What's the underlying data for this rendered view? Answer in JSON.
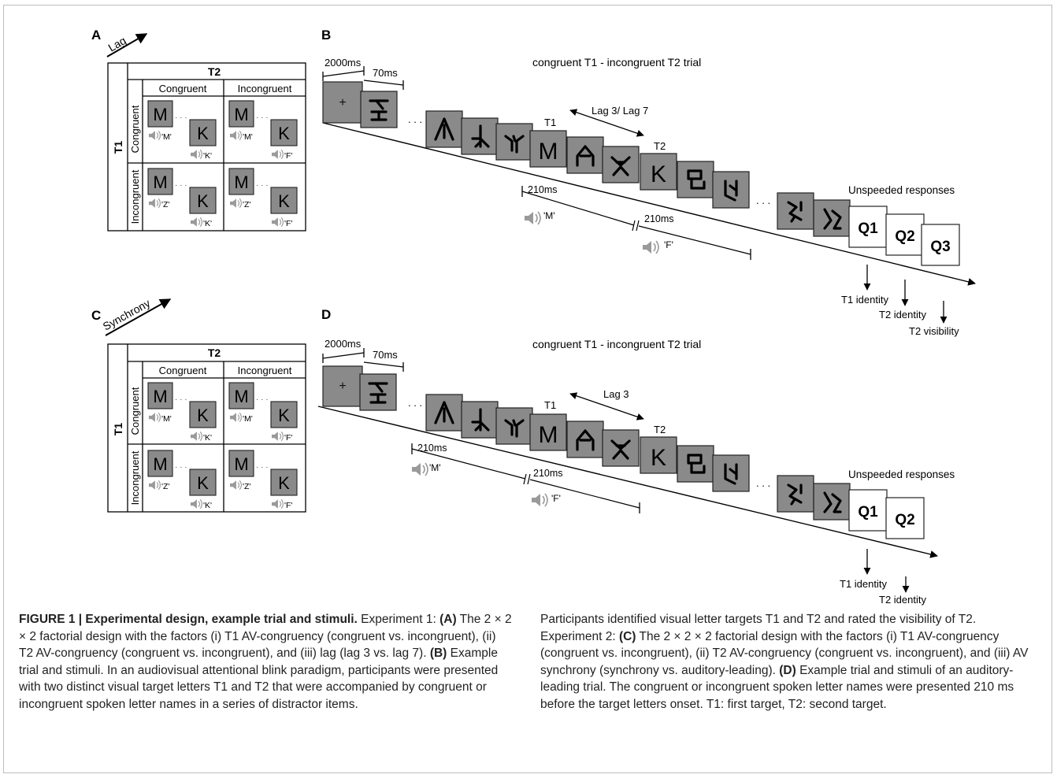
{
  "panels": {
    "A": {
      "letter": "A",
      "axis_label": "Lag",
      "col_factor": "T2",
      "row_factor": "T1",
      "col_headers": [
        "Congruent",
        "Incongruent"
      ],
      "row_headers": [
        "Congruent",
        "Incongruent"
      ],
      "cells": [
        {
          "t1": "M",
          "t1_sound": "'M'",
          "t2": "K",
          "t2_sound": "'K'"
        },
        {
          "t1": "M",
          "t1_sound": "'M'",
          "t2": "K",
          "t2_sound": "'F'"
        },
        {
          "t1": "M",
          "t1_sound": "'Z'",
          "t2": "K",
          "t2_sound": "'K'"
        },
        {
          "t1": "M",
          "t1_sound": "'Z'",
          "t2": "K",
          "t2_sound": "'F'"
        }
      ]
    },
    "B": {
      "letter": "B",
      "title": "congruent T1 - incongruent T2 trial",
      "dur_fixation": "2000ms",
      "dur_item": "70ms",
      "lag_label": "Lag 3/ Lag 7",
      "t1_label": "T1",
      "t2_label": "T2",
      "t1_letter": "M",
      "t2_letter": "K",
      "unspeeded": "Unspeeded responses",
      "sound1_dur": "210ms",
      "sound1_name": "'M'",
      "sound2_dur": "210ms",
      "sound2_name": "'F'",
      "questions": [
        "Q1",
        "Q2",
        "Q3"
      ],
      "responses": [
        "T1 identity",
        "T2 identity",
        "T2 visibility"
      ]
    },
    "C": {
      "letter": "C",
      "axis_label": "Synchrony",
      "col_factor": "T2",
      "row_factor": "T1",
      "col_headers": [
        "Congruent",
        "Incongruent"
      ],
      "row_headers": [
        "Congruent",
        "Incongruent"
      ],
      "cells": [
        {
          "t1": "M",
          "t1_sound": "'M'",
          "t2": "K",
          "t2_sound": "'K'"
        },
        {
          "t1": "M",
          "t1_sound": "'M'",
          "t2": "K",
          "t2_sound": "'F'"
        },
        {
          "t1": "M",
          "t1_sound": "'Z'",
          "t2": "K",
          "t2_sound": "'K'"
        },
        {
          "t1": "M",
          "t1_sound": "'Z'",
          "t2": "K",
          "t2_sound": "'F'"
        }
      ]
    },
    "D": {
      "letter": "D",
      "title": "congruent T1 - incongruent T2 trial",
      "dur_fixation": "2000ms",
      "dur_item": "70ms",
      "lag_label": "Lag 3",
      "t1_label": "T1",
      "t2_label": "T2",
      "t1_letter": "M",
      "t2_letter": "K",
      "unspeeded": "Unspeeded responses",
      "sound1_dur": "210ms",
      "sound1_name": "'M'",
      "sound2_dur": "210ms",
      "sound2_name": "'F'",
      "questions": [
        "Q1",
        "Q2"
      ],
      "responses": [
        "T1 identity",
        "T2 identity"
      ]
    }
  },
  "caption": {
    "heading": "FIGURE 1 | Experimental design, example trial and stimuli.",
    "col1": [
      {
        "t": " Experiment 1: "
      },
      {
        "t": "(A)",
        "b": true
      },
      {
        "t": " The 2 × 2 × 2 factorial design with the factors (i) T1 AV-congruency (congruent vs. incongruent), (ii) T2 AV-congruency (congruent vs. incongruent), and (iii) lag (lag 3 vs. lag 7). "
      },
      {
        "t": "(B)",
        "b": true
      },
      {
        "t": " Example trial and stimuli. In an audiovisual attentional blink paradigm, participants were presented with two distinct visual target letters T1 and T2 that were accompanied by congruent or incongruent spoken letter names in a series of distractor items."
      }
    ],
    "col2": [
      {
        "t": "Participants identified visual letter targets T1 and T2 and rated the visibility of T2. Experiment 2: "
      },
      {
        "t": "(C)",
        "b": true
      },
      {
        "t": " The 2 × 2 × 2 factorial design with the factors (i) T1 AV-congruency (congruent vs. incongruent), (ii) T2 AV-congruency (congruent vs. incongruent), and (iii) AV synchrony (synchrony vs. auditory-leading). "
      },
      {
        "t": "(D)",
        "b": true
      },
      {
        "t": " Example trial and stimuli of an auditory-leading trial. The congruent or incongruent spoken letter names were presented 210 ms before the target letters onset. T1: first target, T2: second target."
      }
    ]
  }
}
